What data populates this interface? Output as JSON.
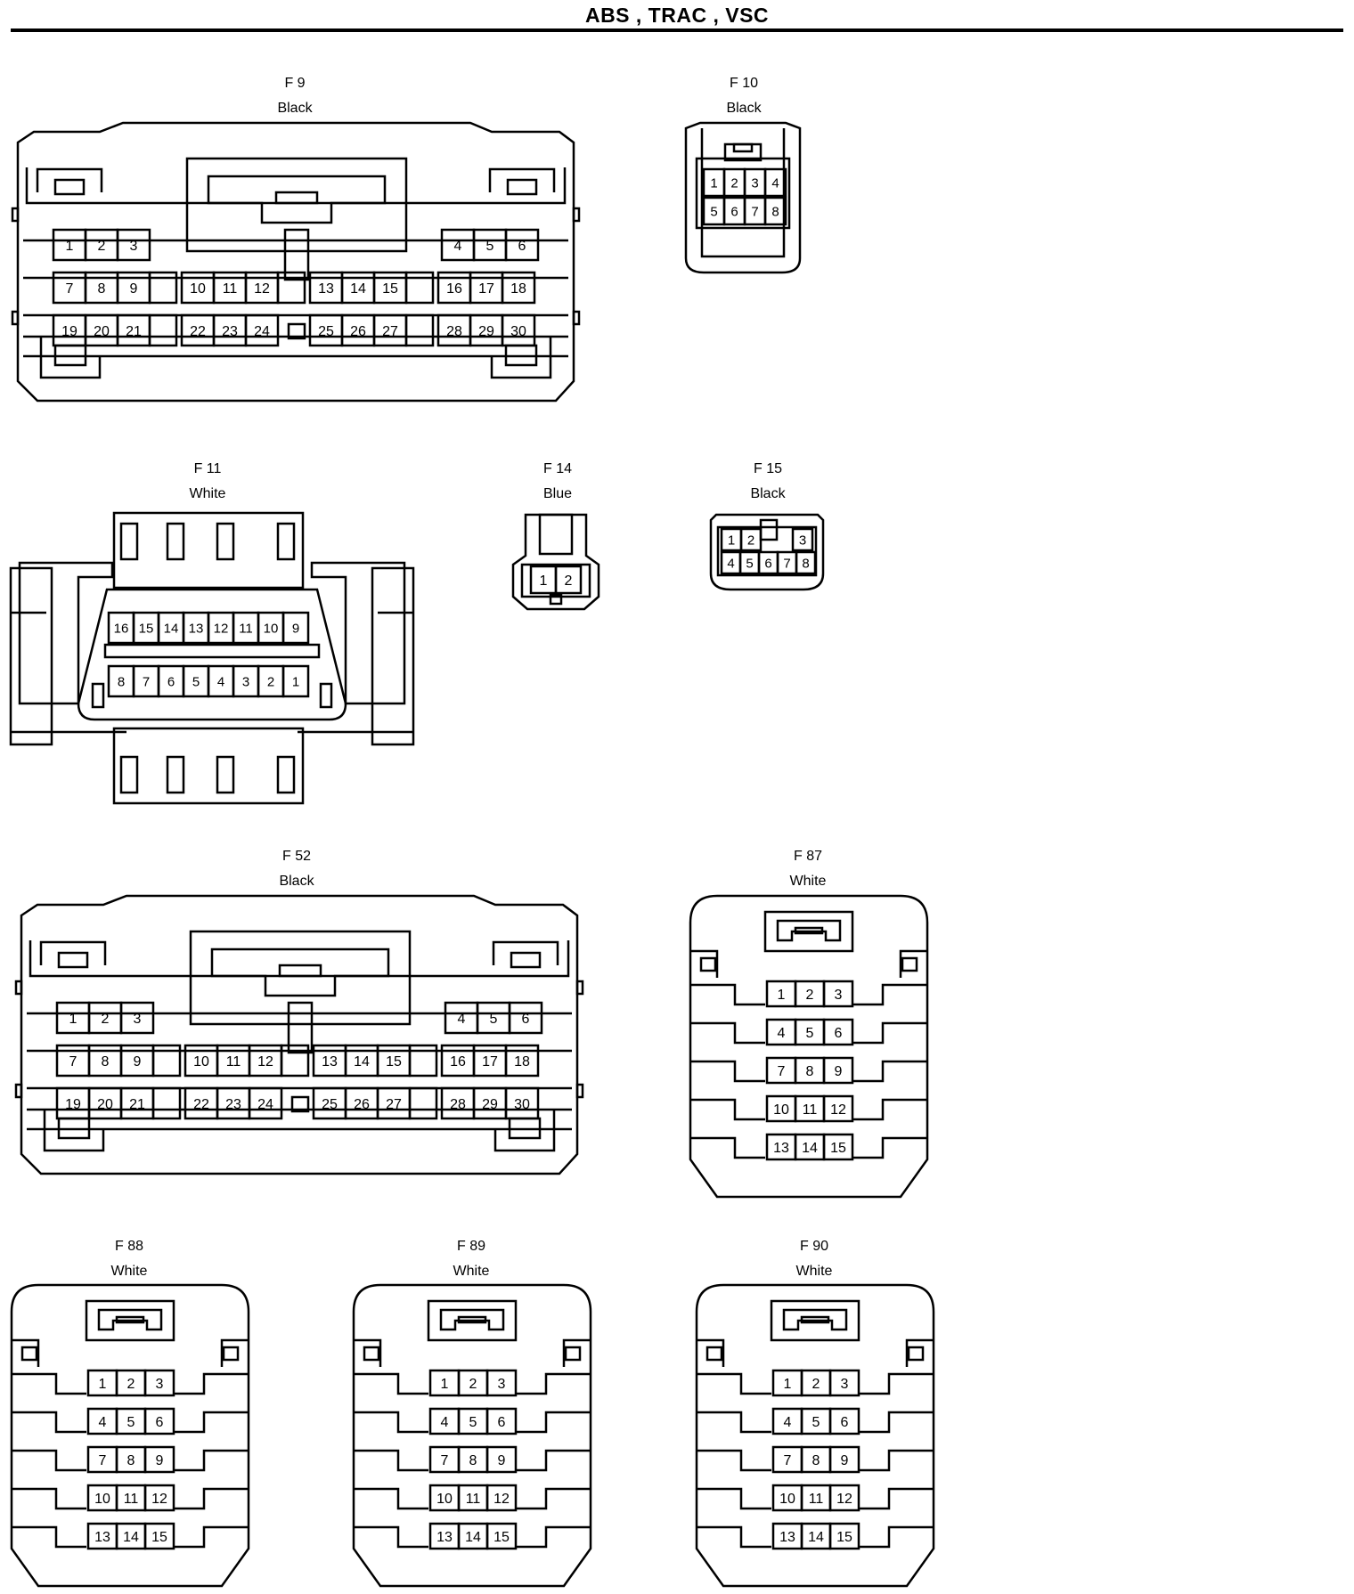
{
  "page": {
    "title": "ABS , TRAC , VSC"
  },
  "connectors": [
    {
      "id": "F 9",
      "color": "Black"
    },
    {
      "id": "F 10",
      "color": "Black"
    },
    {
      "id": "F 11",
      "color": "White"
    },
    {
      "id": "F 14",
      "color": "Blue"
    },
    {
      "id": "F 15",
      "color": "Black"
    },
    {
      "id": "F 52",
      "color": "Black"
    },
    {
      "id": "F 87",
      "color": "White"
    },
    {
      "id": "F 88",
      "color": "White"
    },
    {
      "id": "F 89",
      "color": "White"
    },
    {
      "id": "F 90",
      "color": "White"
    }
  ],
  "pins": {
    "large30": {
      "row1_left": [
        "1",
        "2",
        "3"
      ],
      "row1_right": [
        "4",
        "5",
        "6"
      ],
      "row2": [
        [
          "7",
          "8",
          "9"
        ],
        [
          "10",
          "11",
          "12"
        ],
        [
          "13",
          "14",
          "15"
        ],
        [
          "16",
          "17",
          "18"
        ]
      ],
      "row3": [
        [
          "19",
          "20",
          "21"
        ],
        [
          "22",
          "23",
          "24"
        ],
        [
          "25",
          "26",
          "27"
        ],
        [
          "28",
          "29",
          "30"
        ]
      ]
    },
    "f10": [
      [
        "1",
        "2",
        "3",
        "4"
      ],
      [
        "5",
        "6",
        "7",
        "8"
      ]
    ],
    "f11": [
      [
        "16",
        "15",
        "14",
        "13",
        "12",
        "11",
        "10",
        "9"
      ],
      [
        "8",
        "7",
        "6",
        "5",
        "4",
        "3",
        "2",
        "1"
      ]
    ],
    "f14": [
      [
        "1",
        "2"
      ]
    ],
    "f15": [
      [
        "1",
        "2",
        "3"
      ],
      [
        "4",
        "5",
        "6",
        "7",
        "8"
      ]
    ],
    "grid15": [
      [
        "1",
        "2",
        "3"
      ],
      [
        "4",
        "5",
        "6"
      ],
      [
        "7",
        "8",
        "9"
      ],
      [
        "10",
        "11",
        "12"
      ],
      [
        "13",
        "14",
        "15"
      ]
    ]
  }
}
